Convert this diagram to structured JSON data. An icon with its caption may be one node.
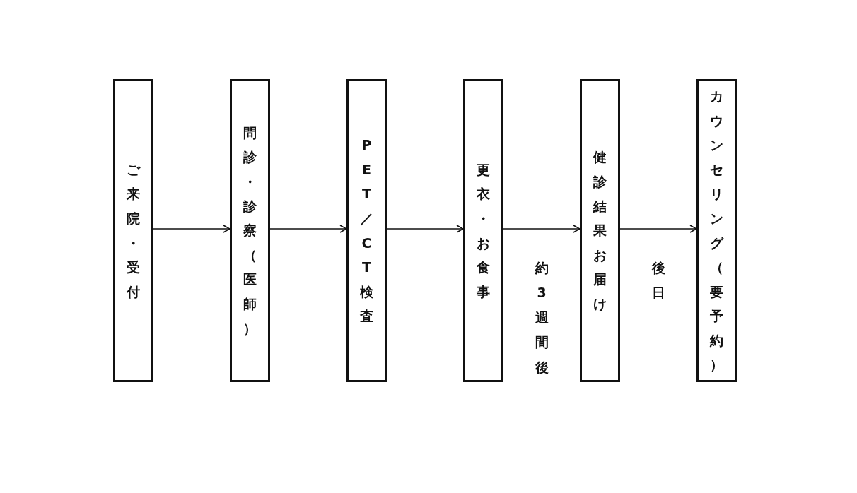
{
  "diagram": {
    "nodes": [
      {
        "text": [
          "ご来院・受付"
        ]
      },
      {
        "text": [
          "問診・診察（医師）"
        ]
      },
      {
        "text": [
          "PET／CT検査"
        ]
      },
      {
        "text": [
          "更衣・お食事"
        ]
      },
      {
        "text": [
          "健診結果お届け"
        ]
      },
      {
        "text": [
          "カウンセリング（要予約）"
        ]
      }
    ],
    "edges": [
      {
        "from": 0,
        "to": 1,
        "arrow": "to"
      },
      {
        "from": 1,
        "to": 2,
        "arrow": "to"
      },
      {
        "from": 2,
        "to": 3,
        "arrow": "to"
      },
      {
        "from": 3,
        "to": 4,
        "arrow": "to",
        "label": "約3週間後"
      },
      {
        "from": 4,
        "to": 5,
        "arrow": "to",
        "label": "後日"
      }
    ]
  }
}
